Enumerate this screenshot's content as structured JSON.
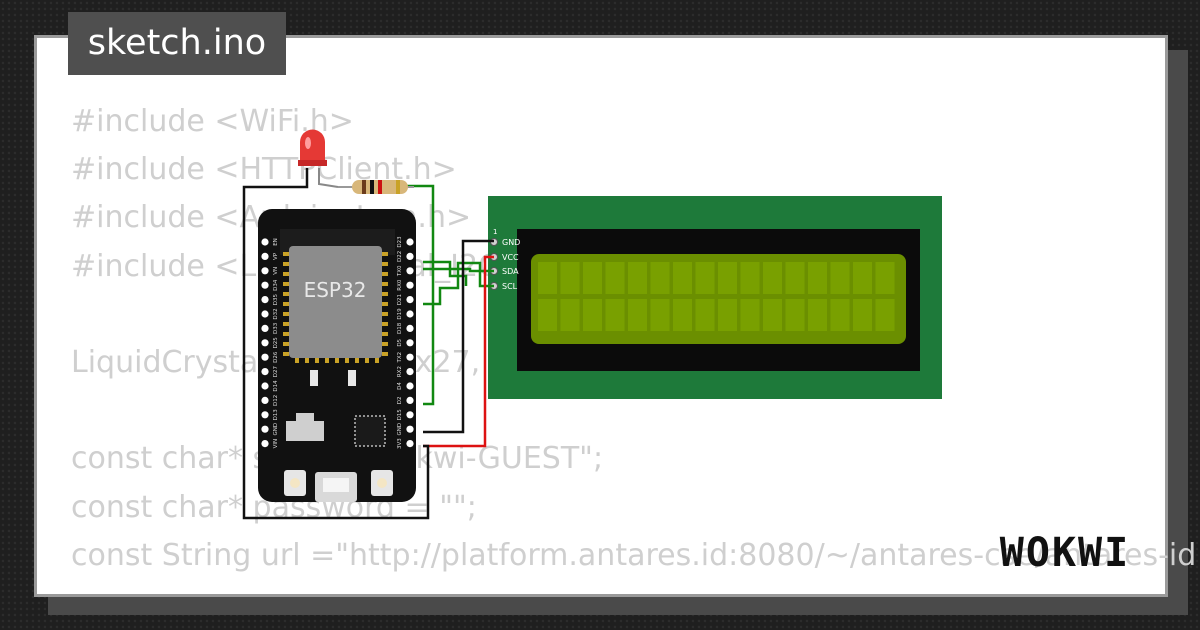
{
  "file_tab": {
    "label": "sketch.ino"
  },
  "code_lines": [
    "#include <WiFi.h>",
    "#include <HTTPClient.h>",
    "#include <ArduinoJson.h>",
    "#include <LiquidCrystal_I2C.h>",
    "",
    "LiquidCrystal_I2C lcd(0x27, 16, 2);",
    "",
    "const char* ssid = \"Wokwi-GUEST\";",
    "const char* password = \"\";",
    "const String url =\"http://platform.antares.id:8080/~/antares-cse/antares-id"
  ],
  "esp32": {
    "label": "ESP32",
    "left_pins": [
      "EN",
      "VP",
      "VN",
      "D34",
      "D35",
      "D32",
      "D33",
      "D25",
      "D26",
      "D27",
      "D14",
      "D12",
      "D13",
      "GND",
      "VIN"
    ],
    "right_pins": [
      "D23",
      "D22",
      "TX0",
      "RX0",
      "D21",
      "D19",
      "D18",
      "D5",
      "TX2",
      "RX2",
      "D4",
      "D2",
      "D15",
      "GND",
      "3V3"
    ]
  },
  "lcd": {
    "pin_number": "1",
    "pins": [
      "GND",
      "VCC",
      "SDA",
      "SCL"
    ]
  },
  "brand": {
    "name": "WOKWI"
  },
  "colors": {
    "wire_green": "#118811",
    "wire_red": "#dd1111",
    "wire_black": "#111111",
    "lcd_pcb": "#1e7a3a",
    "lcd_screen": "#6b8f00",
    "board": "#111111",
    "led": "#e53935"
  },
  "icons": [
    "led-icon",
    "resistor-icon",
    "wokwi-logo-icon"
  ]
}
